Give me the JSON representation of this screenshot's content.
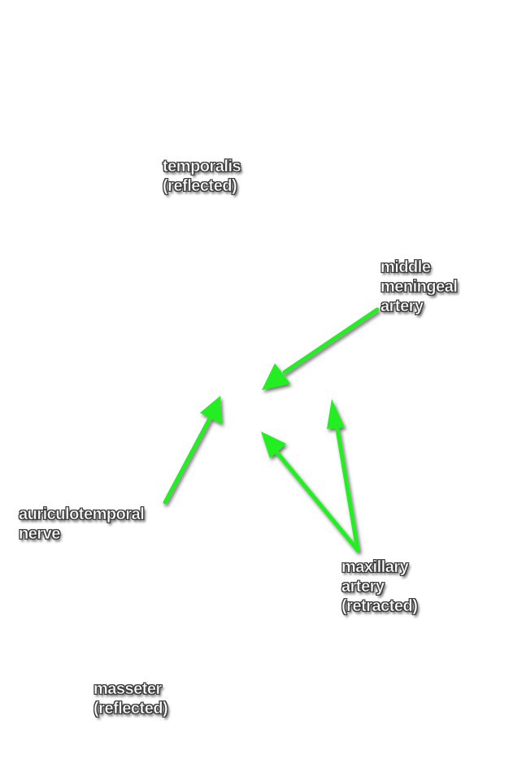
{
  "labels": {
    "temporalis": [
      "temporalis",
      "(reflected)"
    ],
    "middle_meningeal": [
      "middle",
      "meningeal",
      "artery"
    ],
    "auriculotemporal": [
      "auriculotemporal",
      "nerve"
    ],
    "maxillary": [
      "maxillary",
      "artery",
      "(retracted)"
    ],
    "masseter": [
      "masseter",
      "(reflected)"
    ]
  },
  "arrow_color": "#22ee22"
}
